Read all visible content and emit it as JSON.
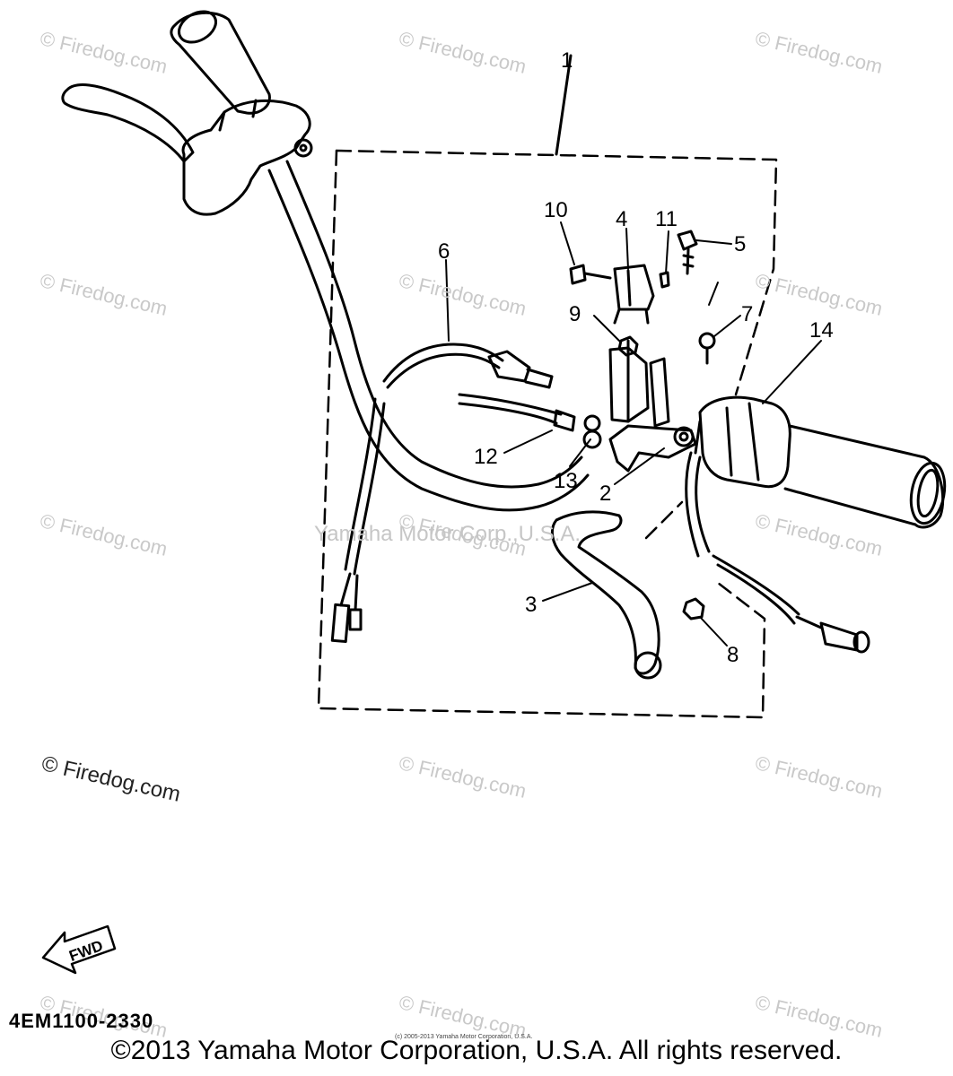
{
  "diagram_code": "4EM1100-2330",
  "copyright": "©2013 Yamaha Motor Corporation, U.S.A. All rights reserved.",
  "small_copyright": "(c) 2005-2013 Yamaha Motor Corporation, U.S.A.",
  "center_watermark": "Yamaha Motor Corp.,U.S.A.",
  "watermark_text": "© Firedog.com",
  "fwd_label": "FWD",
  "callouts": {
    "c1": "1",
    "c2": "2",
    "c3": "3",
    "c4": "4",
    "c5": "5",
    "c6": "6",
    "c7": "7",
    "c8": "8",
    "c9": "9",
    "c10": "10",
    "c11": "11",
    "c12": "12",
    "c13": "13",
    "c14": "14"
  }
}
